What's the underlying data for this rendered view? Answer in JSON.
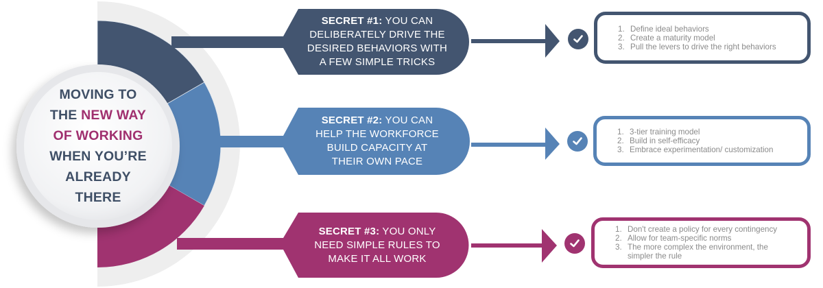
{
  "hub": {
    "line1": "MOVING TO",
    "line2_pre": "THE ",
    "line2_accent": "NEW WAY",
    "line3_accent": "OF WORKING",
    "line4": "WHEN YOU’RE",
    "line5": "ALREADY",
    "line6": "THERE"
  },
  "colors": {
    "navy": "#435570",
    "blue": "#5683b6",
    "magenta": "#a03370",
    "ring_bg": "#eeeeee",
    "hub_text": "#3f4f66",
    "hub_accent": "#a0306f",
    "list_text": "#8a8a8a"
  },
  "secrets": [
    {
      "label": "SECRET #1:",
      "lines": [
        "YOU CAN",
        "DELIBERATELY DRIVE THE",
        "DESIRED BEHAVIORS WITH",
        "A FEW SIMPLE TRICKS"
      ],
      "items": [
        "Define ideal behaviors",
        "Create a maturity model",
        "Pull the levers to drive the right behaviors"
      ],
      "icon": "check-circle-icon"
    },
    {
      "label": "SECRET #2:",
      "lines": [
        "YOU CAN",
        "HELP THE WORKFORCE",
        "BUILD CAPACITY AT",
        "THEIR OWN PACE"
      ],
      "items": [
        "3-tier training model",
        "Build in self-efficacy",
        "Embrace experimentation/ customization"
      ],
      "icon": "check-circle-icon"
    },
    {
      "label": "SECRET #3:",
      "lines": [
        "YOU ONLY",
        "NEED SIMPLE RULES TO",
        "MAKE IT ALL WORK"
      ],
      "items": [
        "Don't create a policy for every contingency",
        "Allow for team-specific norms",
        "The more complex the environment, the simpler the rule"
      ],
      "icon": "check-circle-icon"
    }
  ]
}
